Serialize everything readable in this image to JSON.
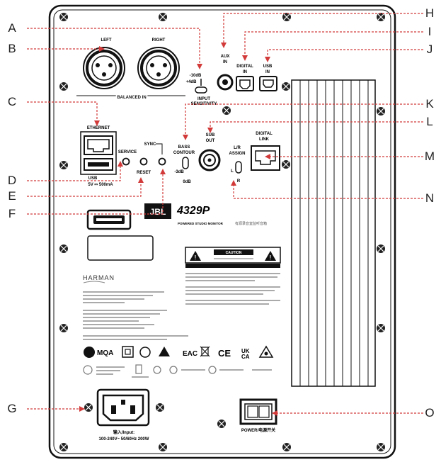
{
  "callouts": {
    "A": "A",
    "B": "B",
    "C": "C",
    "D": "D",
    "E": "E",
    "F": "F",
    "G": "G",
    "H": "H",
    "I": "I",
    "J": "J",
    "K": "K",
    "L": "L",
    "M": "M",
    "N": "N",
    "O": "O"
  },
  "panel": {
    "left": "LEFT",
    "right": "RIGHT",
    "balanced_in": "BALANCED IN",
    "sens_plus4": "+4dB",
    "sens_minus10": "-10dB",
    "input_sensitivity_1": "INPUT",
    "input_sensitivity_2": "SENSITIVITY",
    "aux_in_1": "AUX",
    "aux_in_2": "IN",
    "digital_in_1": "DIGITAL",
    "digital_in_2": "IN",
    "usb_in_1": "USB",
    "usb_in_2": "IN",
    "ethernet": "ETHERNET",
    "service": "SERVICE",
    "sync": "SYNC",
    "reset": "RESET",
    "usb": "USB",
    "usb_power": "5V ⎓ 500mA",
    "bass_contour_1": "BASS",
    "bass_contour_2": "CONTOUR",
    "bass_minus3": "-3dB",
    "bass_0": "0dB",
    "sub_out_1": "SUB",
    "sub_out_2": "OUT",
    "lr_assign_1": "L/R",
    "lr_assign_2": "ASSIGN",
    "lr_l": "L",
    "lr_r": "R",
    "digital_link_1": "DIGITAL",
    "digital_link_2": "LINK",
    "jbl": "JBL",
    "model": "4329P",
    "model_sub": "POWERED STUDIO MONITOR",
    "model_cn": "有源录音室监听音箱",
    "harman": "HARMAN",
    "power_input_1": "输入/Input:",
    "power_input_2": "100-240V~ 50/60Hz 200W",
    "power_switch": "POWER/电源开关",
    "cert_mqa": "MQA",
    "cert_eac": "EAC",
    "cert_ce": "CE",
    "cert_uk": "UK",
    "cert_ca": "CA",
    "warn_caution": "CAUTION"
  }
}
